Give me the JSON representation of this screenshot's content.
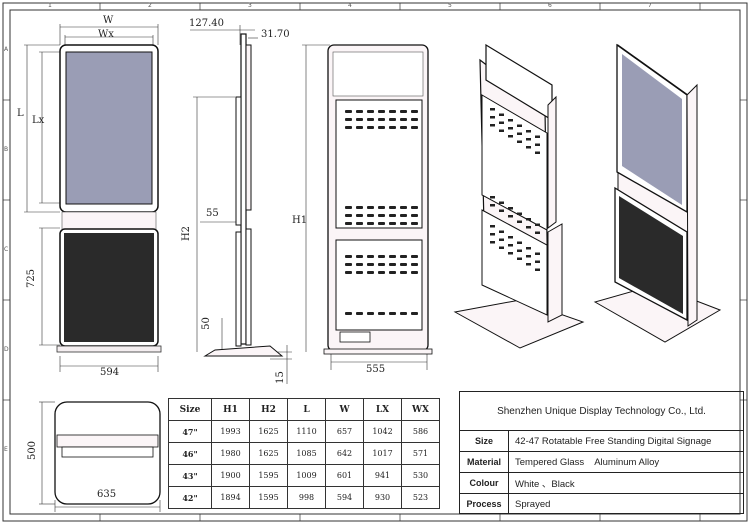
{
  "grid": {
    "top": [
      "1",
      "2",
      "3",
      "4",
      "5",
      "6",
      "7"
    ],
    "side": [
      "A",
      "B",
      "C",
      "D",
      "E"
    ]
  },
  "front_view": {
    "w": "W",
    "wx": "Wx",
    "l": "L",
    "lx": "Lx",
    "h725": "725",
    "w594": "594"
  },
  "side_view": {
    "d1": "127.40",
    "d2": "31.70",
    "d55": "55",
    "h2": "H2",
    "d50": "50",
    "d15": "15"
  },
  "back_view": {
    "h1": "H1",
    "w555": "555"
  },
  "top_view": {
    "d500": "500",
    "d635": "635"
  },
  "spec_table": {
    "headers": [
      "Size",
      "H1",
      "H2",
      "L",
      "W",
      "LX",
      "WX"
    ],
    "rows": [
      [
        "47\"",
        "1993",
        "1625",
        "1110",
        "657",
        "1042",
        "586"
      ],
      [
        "46\"",
        "1980",
        "1625",
        "1085",
        "642",
        "1017",
        "571"
      ],
      [
        "43\"",
        "1900",
        "1595",
        "1009",
        "601",
        "941",
        "530"
      ],
      [
        "42\"",
        "1894",
        "1595",
        "998",
        "594",
        "930",
        "523"
      ]
    ]
  },
  "title_block": {
    "company": "Shenzhen Unique Display Technology Co., Ltd.",
    "rows": [
      {
        "key": "Size",
        "value": "42-47 Rotatable Free Standing Digital Signage"
      },
      {
        "key": "Material",
        "value": "Tempered Glass    Aluminum Alloy"
      },
      {
        "key": "Colour",
        "value": "White 、Black"
      },
      {
        "key": "Process",
        "value": "Sprayed"
      }
    ]
  },
  "colors": {
    "screen": "#9a9db5",
    "screen_dark": "#2a2a2a",
    "frame": "#222222",
    "cabinet_tint": "#fbf5f7"
  }
}
